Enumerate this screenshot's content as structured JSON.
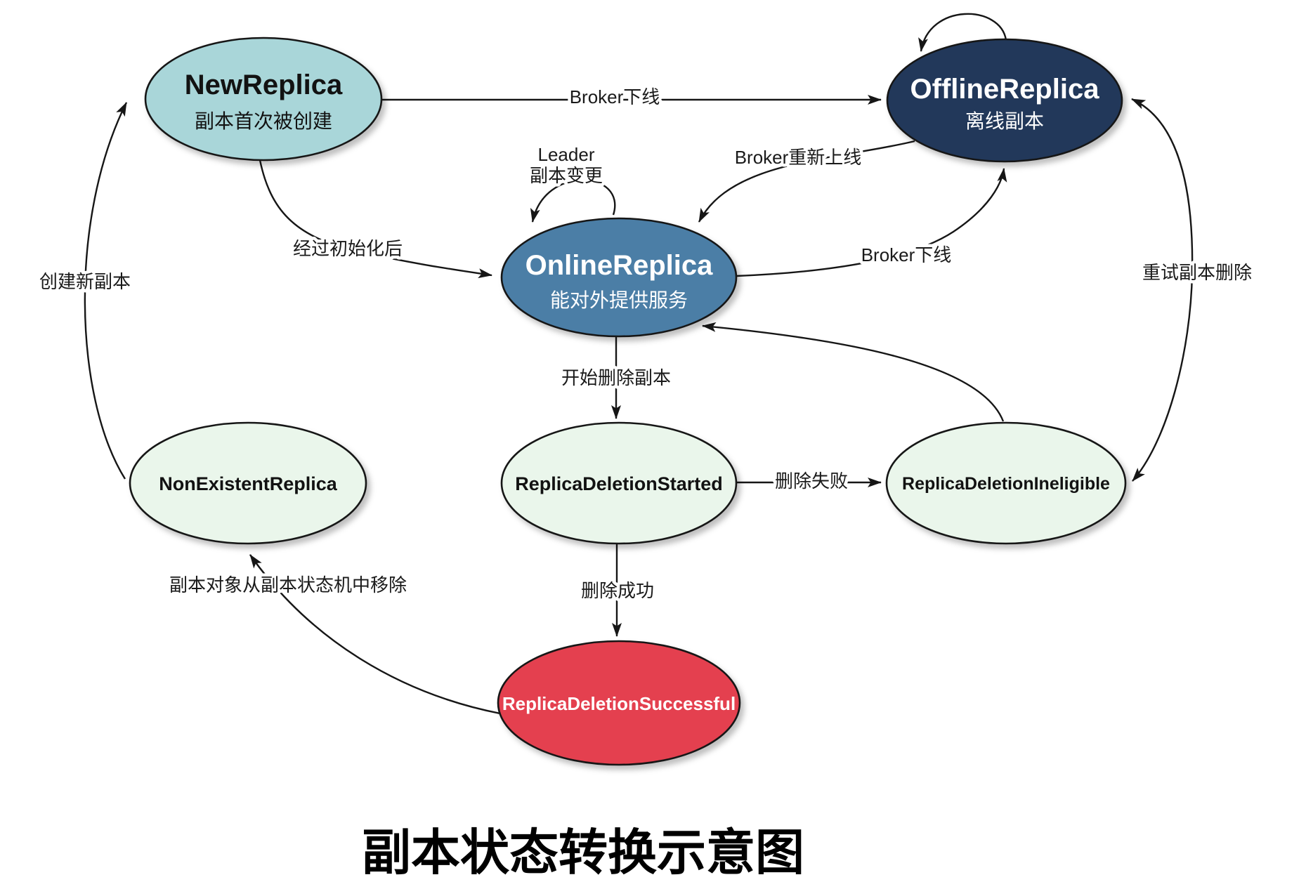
{
  "title": "副本状态转换示意图",
  "colors": {
    "teal": "#a9d6d9",
    "navy": "#21395a",
    "blue": "#4b7ea6",
    "green": "#eaf6eb",
    "red": "#e4414f",
    "line": "#161616"
  },
  "nodes": {
    "new_replica": {
      "name": "NewReplica",
      "desc": "副本首次被创建"
    },
    "offline_replica": {
      "name": "OfflineReplica",
      "desc": "离线副本"
    },
    "online_replica": {
      "name": "OnlineReplica",
      "desc": "能对外提供服务"
    },
    "non_existent_replica": {
      "name": "NonExistentReplica"
    },
    "replica_deletion_started": {
      "name": "ReplicaDeletionStarted"
    },
    "replica_deletion_ineligible": {
      "name": "ReplicaDeletionIneligible"
    },
    "replica_deletion_successful": {
      "name": "ReplicaDeletionSuccessful"
    }
  },
  "edges": {
    "new_to_offline": {
      "label": "Broker下线"
    },
    "new_to_online": {
      "label": "经过初始化后"
    },
    "online_self_loop": {
      "label_line1": "Leader",
      "label_line2": "副本变更"
    },
    "offline_to_online": {
      "label": "Broker重新上线"
    },
    "online_to_offline": {
      "label": "Broker下线"
    },
    "online_to_deletion_started": {
      "label": "开始删除副本"
    },
    "started_to_ineligible": {
      "label": "删除失败"
    },
    "ineligible_offline_retry": {
      "label": "重试副本删除"
    },
    "started_to_successful": {
      "label": "删除成功"
    },
    "successful_to_nonexistent": {
      "label": "副本对象从副本状态机中移除"
    },
    "nonexistent_to_new": {
      "label": "创建新副本"
    }
  }
}
